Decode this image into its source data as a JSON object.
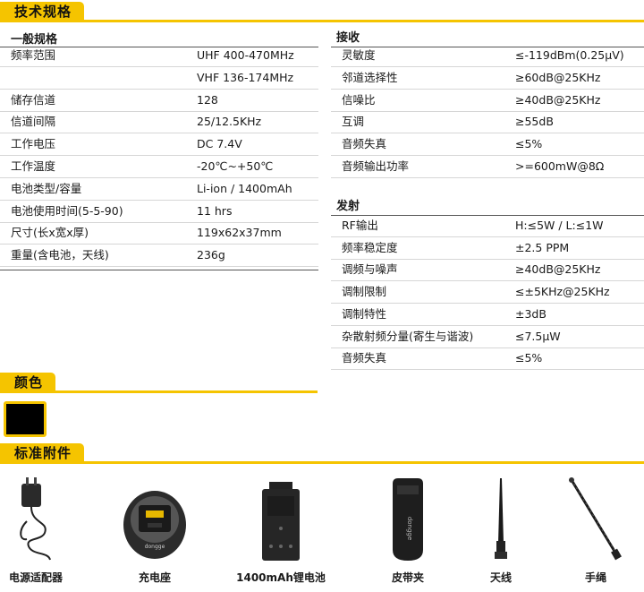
{
  "sections": {
    "specs": "技术规格",
    "color": "颜色",
    "accessories": "标准附件"
  },
  "general": {
    "title": "一般规格",
    "rows": [
      {
        "k": "频率范围",
        "v": "UHF 400-470MHz"
      },
      {
        "k": "",
        "v": "VHF 136-174MHz"
      },
      {
        "k": "储存信道",
        "v": "128"
      },
      {
        "k": "信道间隔",
        "v": "25/12.5KHz"
      },
      {
        "k": "工作电压",
        "v": "DC 7.4V"
      },
      {
        "k": "工作温度",
        "v": "-20℃~+50℃"
      },
      {
        "k": "电池类型/容量",
        "v": "Li-ion / 1400mAh"
      },
      {
        "k": "电池使用时间(5-5-90)",
        "v": "11 hrs"
      },
      {
        "k": "尺寸(长x宽x厚)",
        "v": "119x62x37mm"
      },
      {
        "k": "重量(含电池，天线)",
        "v": "236g"
      }
    ]
  },
  "receive": {
    "title": "接收",
    "rows": [
      {
        "k": "灵敏度",
        "v": "≤-119dBm(0.25μV)"
      },
      {
        "k": "邻道选择性",
        "v": "≥60dB@25KHz"
      },
      {
        "k": "信噪比",
        "v": "≥40dB@25KHz"
      },
      {
        "k": "互调",
        "v": "≥55dB"
      },
      {
        "k": "音频失真",
        "v": "≤5%"
      },
      {
        "k": "音频输出功率",
        "v": ">=600mW@8Ω"
      }
    ]
  },
  "transmit": {
    "title": "发射",
    "rows": [
      {
        "k": "RF输出",
        "v": "H:≤5W / L:≤1W"
      },
      {
        "k": "频率稳定度",
        "v": "±2.5 PPM"
      },
      {
        "k": "调频与噪声",
        "v": "≥40dB@25KHz"
      },
      {
        "k": "调制限制",
        "v": "≤±5KHz@25KHz"
      },
      {
        "k": "调制特性",
        "v": "±3dB"
      },
      {
        "k": "杂散射频分量(寄生与谐波)",
        "v": "≤7.5μW"
      },
      {
        "k": "音频失真",
        "v": "≤5%"
      }
    ]
  },
  "color_swatch": "#000000",
  "accessories": [
    {
      "label": "电源适配器",
      "icon": "power-adapter-icon"
    },
    {
      "label": "充电座",
      "icon": "charger-icon"
    },
    {
      "label": "1400mAh锂电池",
      "icon": "battery-icon"
    },
    {
      "label": "皮带夹",
      "icon": "belt-clip-icon"
    },
    {
      "label": "天线",
      "icon": "antenna-icon"
    },
    {
      "label": "手绳",
      "icon": "wrist-strap-icon"
    }
  ],
  "brand_text": "dongge",
  "accent_color": "#f5c400"
}
